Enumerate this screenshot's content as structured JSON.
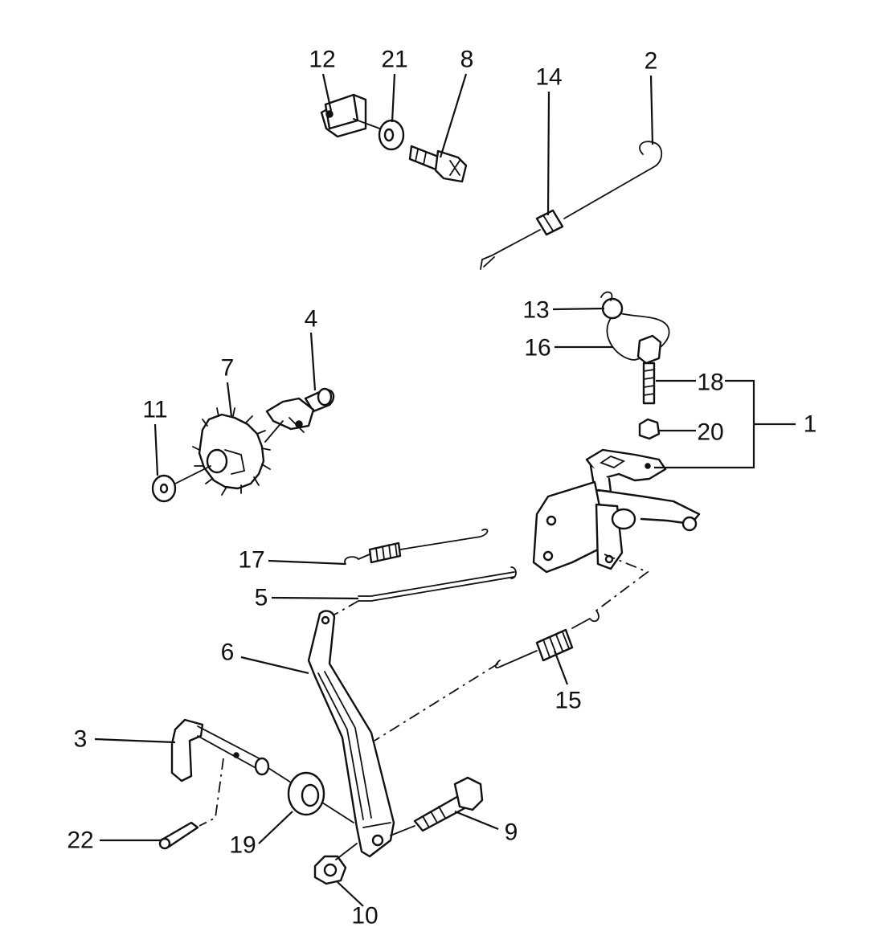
{
  "callouts": [
    {
      "id": "c12",
      "text": "12"
    },
    {
      "id": "c21",
      "text": "21"
    },
    {
      "id": "c8",
      "text": "8"
    },
    {
      "id": "c14",
      "text": "14"
    },
    {
      "id": "c2",
      "text": "2"
    },
    {
      "id": "c13",
      "text": "13"
    },
    {
      "id": "c16",
      "text": "16"
    },
    {
      "id": "c18",
      "text": "18"
    },
    {
      "id": "c20",
      "text": "20"
    },
    {
      "id": "c1",
      "text": "1"
    },
    {
      "id": "c4",
      "text": "4"
    },
    {
      "id": "c7",
      "text": "7"
    },
    {
      "id": "c11",
      "text": "11"
    },
    {
      "id": "c17",
      "text": "17"
    },
    {
      "id": "c5",
      "text": "5"
    },
    {
      "id": "c6",
      "text": "6"
    },
    {
      "id": "c15",
      "text": "15"
    },
    {
      "id": "c3",
      "text": "3"
    },
    {
      "id": "c22",
      "text": "22"
    },
    {
      "id": "c19",
      "text": "19"
    },
    {
      "id": "c9",
      "text": "9"
    },
    {
      "id": "c10",
      "text": "10"
    }
  ]
}
